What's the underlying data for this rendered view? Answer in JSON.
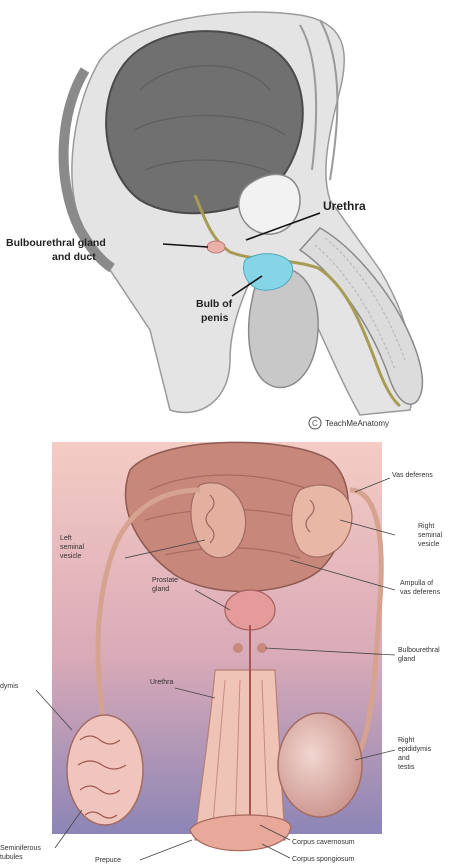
{
  "top_figure": {
    "labels": {
      "urethra": "Urethra",
      "bulbourethral_line1": "Bulbourethral gland",
      "bulbourethral_line2": "and duct",
      "bulb_line1": "Bulb of",
      "bulb_line2": "penis"
    },
    "credit": "TeachMeAnatomy",
    "colors": {
      "bladder": "#6f6f6f",
      "urethra": "#a79a52",
      "bulb": "#7fd3e4",
      "gland": "#e8a0a0",
      "tissue": "#d9d9d9"
    }
  },
  "bottom_figure": {
    "labels": {
      "vas_deferens": "Vas deferens",
      "right_seminal_1": "Right",
      "right_seminal_2": "seminal",
      "right_seminal_3": "vesicle",
      "left_seminal_1": "Left",
      "left_seminal_2": "seminal",
      "left_seminal_3": "vesicle",
      "ampulla_1": "Ampulla of",
      "ampulla_2": "vas deferens",
      "prostate_1": "Prostate",
      "prostate_2": "gland",
      "bulbourethral_1": "Bulbourethral",
      "bulbourethral_2": "gland",
      "urethra": "Urethra",
      "epididymis": "dymis",
      "right_epididymis_1": "Right",
      "right_epididymis_2": "epididymis",
      "right_epididymis_3": "and",
      "right_epididymis_4": "testis",
      "seminiferous_1": "Seminiferous",
      "seminiferous_2": "tubules",
      "prepuce": "Prepuce",
      "corpus_cavernosum": "Corpus cavernosum",
      "corpus_spongiosum": "Corpus spongiosum"
    },
    "colors": {
      "bg_top": "#f3c9c2",
      "bg_bottom": "#8f88b8",
      "tissue": "#c98a7e",
      "organ_pink": "#e3b2a6"
    }
  }
}
